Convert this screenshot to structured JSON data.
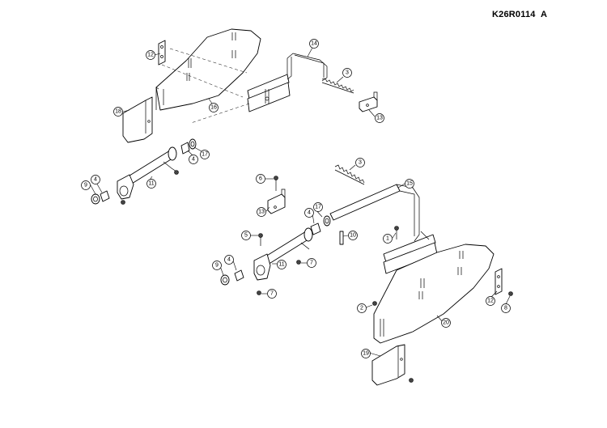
{
  "header": {
    "ref_code": "K26R0114",
    "revision": "A"
  },
  "callouts": [
    {
      "id": "c-12-top",
      "label": "12"
    },
    {
      "id": "c-14",
      "label": "14"
    },
    {
      "id": "c-3-top",
      "label": "3"
    },
    {
      "id": "c-18",
      "label": "18"
    },
    {
      "id": "c-16",
      "label": "16"
    },
    {
      "id": "c-13-top",
      "label": "13"
    },
    {
      "id": "c-17-top",
      "label": "17"
    },
    {
      "id": "c-4-top-right",
      "label": "4"
    },
    {
      "id": "c-9-top",
      "label": "9"
    },
    {
      "id": "c-4-top-left",
      "label": "4"
    },
    {
      "id": "c-11-top",
      "label": "11"
    },
    {
      "id": "c-3-bottom",
      "label": "3"
    },
    {
      "id": "c-6",
      "label": "6"
    },
    {
      "id": "c-15",
      "label": "15"
    },
    {
      "id": "c-13-bottom",
      "label": "13"
    },
    {
      "id": "c-17-bottom",
      "label": "17"
    },
    {
      "id": "c-4-bottom-right",
      "label": "4"
    },
    {
      "id": "c-5",
      "label": "5"
    },
    {
      "id": "c-10",
      "label": "10"
    },
    {
      "id": "c-1",
      "label": "1"
    },
    {
      "id": "c-9-bottom",
      "label": "9"
    },
    {
      "id": "c-4-bottom-left",
      "label": "4"
    },
    {
      "id": "c-11-bottom",
      "label": "11"
    },
    {
      "id": "c-7-upper",
      "label": "7"
    },
    {
      "id": "c-7-lower",
      "label": "7"
    },
    {
      "id": "c-2",
      "label": "2"
    },
    {
      "id": "c-12-bottom",
      "label": "12"
    },
    {
      "id": "c-8",
      "label": "8"
    },
    {
      "id": "c-20",
      "label": "20"
    },
    {
      "id": "c-19",
      "label": "19"
    }
  ]
}
